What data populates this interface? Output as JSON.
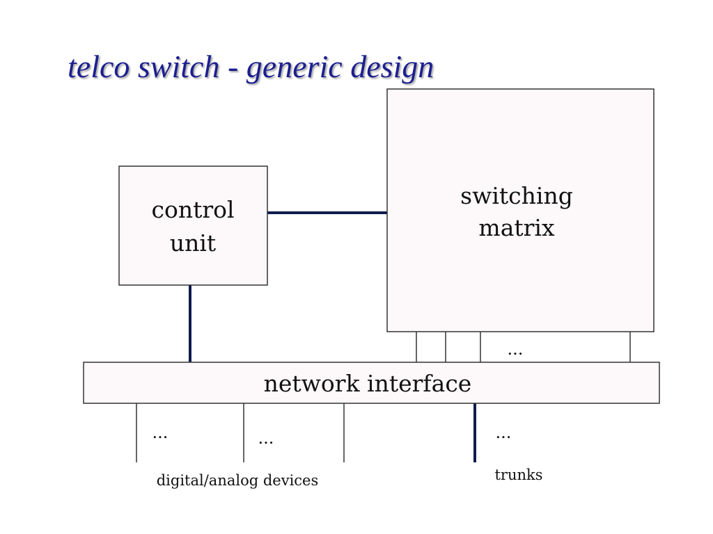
{
  "title": "telco switch - generic design",
  "colors": {
    "title": "#1c1f8f",
    "box_fill": "#fdf8fa",
    "box_stroke": "#333333",
    "connector": "#0f1c4d"
  },
  "nodes": {
    "control_unit": {
      "lines": [
        "control",
        "unit"
      ]
    },
    "switching_matrix": {
      "lines": [
        "switching",
        "matrix"
      ]
    },
    "network_interface": {
      "label": "network interface"
    }
  },
  "labels": {
    "matrix_ellipsis": "...",
    "device_ellipsis_1": "...",
    "device_ellipsis_2": "...",
    "trunk_ellipsis": "...",
    "devices": "digital/analog devices",
    "trunks": "trunks"
  }
}
